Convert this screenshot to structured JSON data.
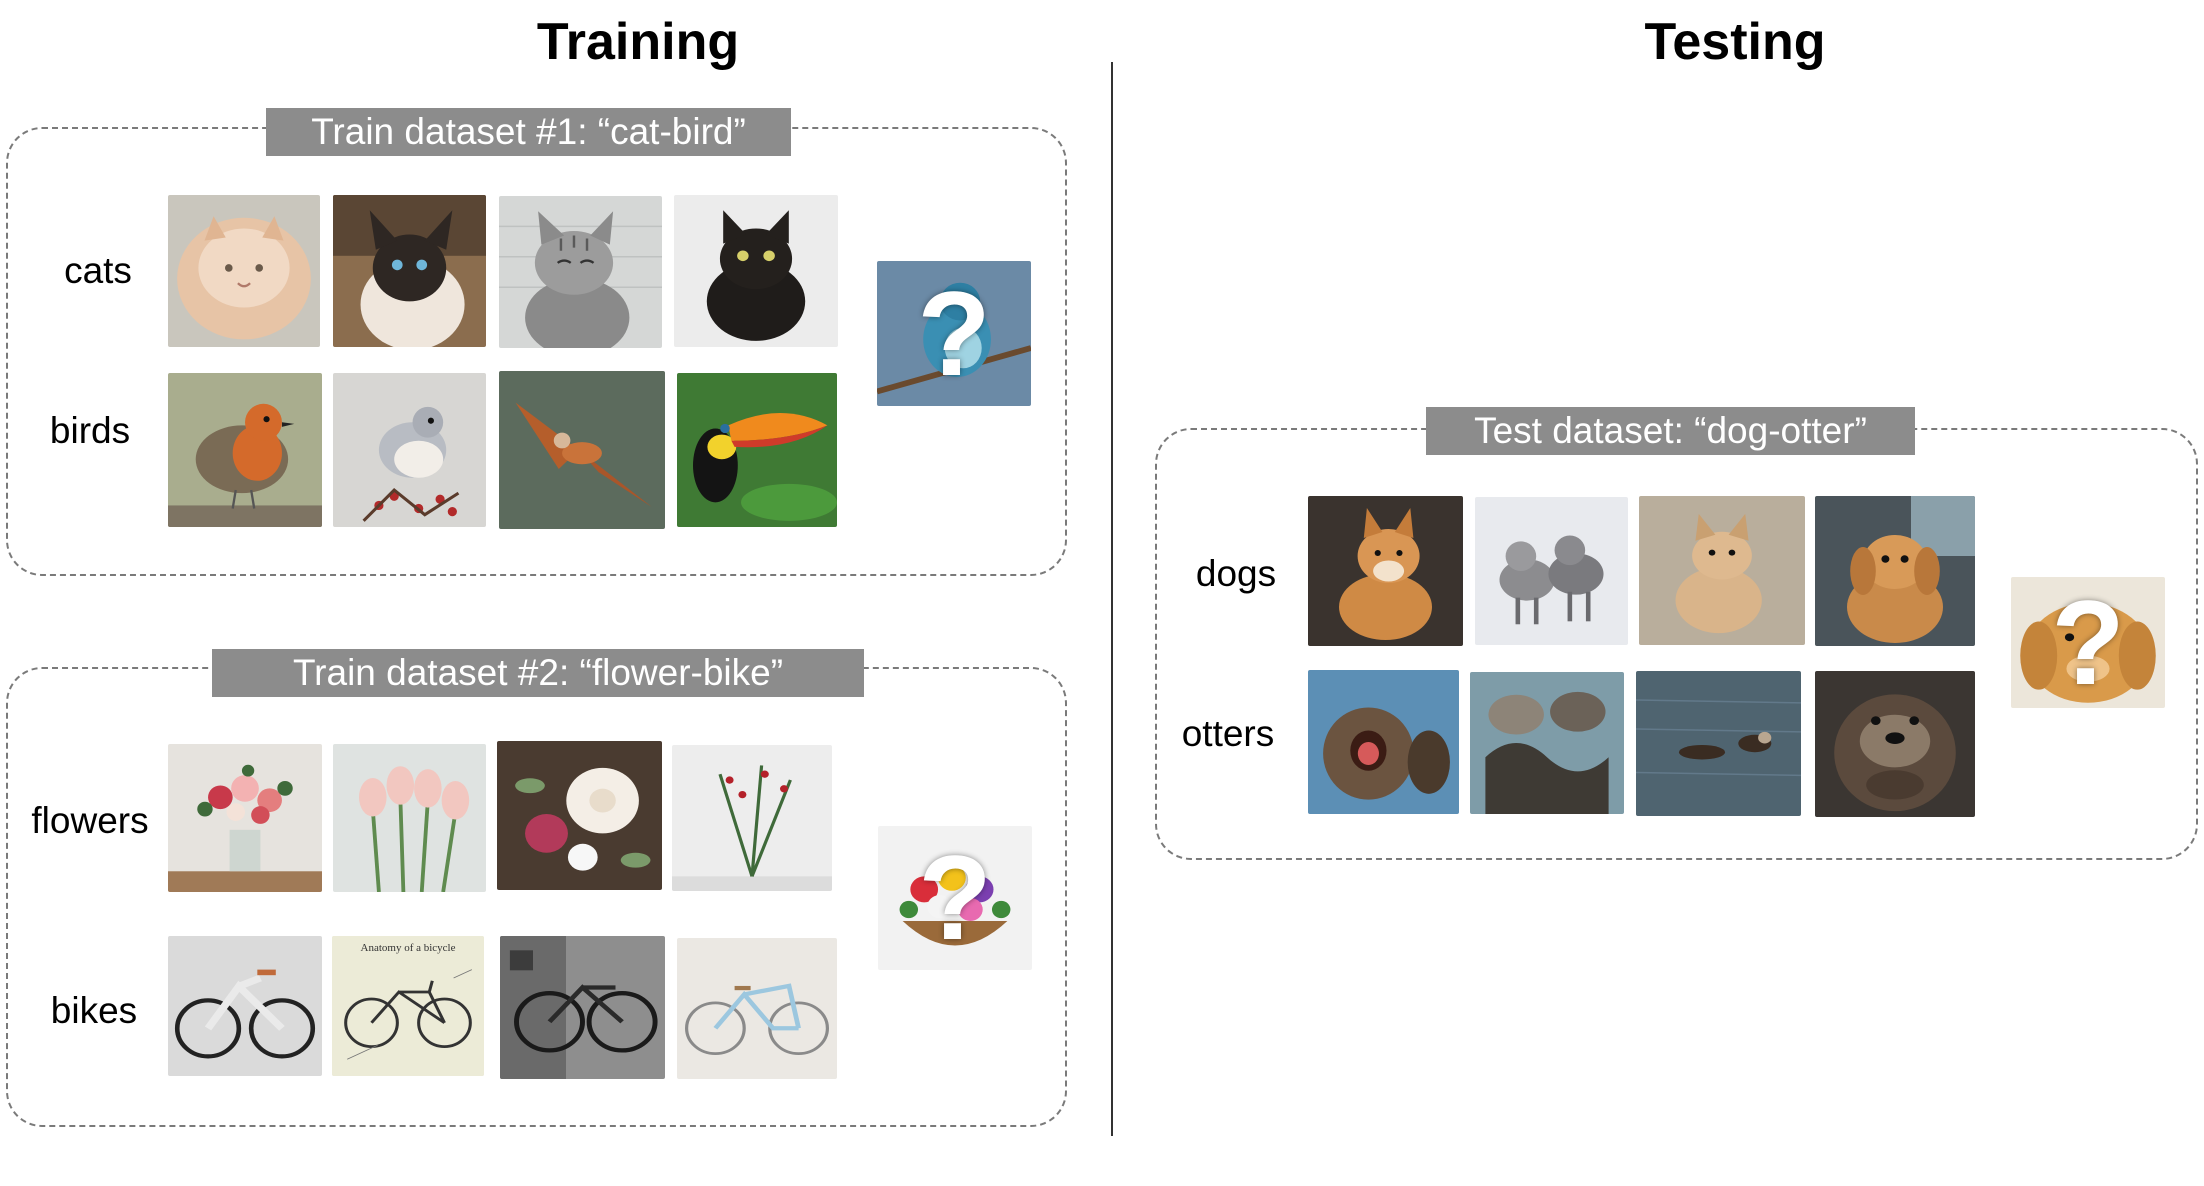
{
  "training": {
    "heading": "Training",
    "datasets": [
      {
        "title": "Train dataset #1: “cat-bird”",
        "rows": [
          {
            "label": "cats",
            "images": [
              "fluffy-orange-cat",
              "siamese-cat",
              "tabby-cat",
              "black-cat"
            ]
          },
          {
            "label": "birds",
            "images": [
              "robin",
              "titmouse",
              "kite-in-flight",
              "toucan"
            ]
          }
        ],
        "query": {
          "symbol": "?",
          "image": "blue-bird-on-branch"
        }
      },
      {
        "title": "Train dataset #2: “flower-bike”",
        "rows": [
          {
            "label": "flowers",
            "images": [
              "flower-vase-bouquet",
              "pink-tulips",
              "dahlia-arrangement",
              "pine-and-berries"
            ]
          },
          {
            "label": "bikes",
            "images": [
              "modern-hubless-bike",
              "anatomy-of-a-bicycle-print",
              "bike-on-wall",
              "light-blue-bicycle"
            ]
          }
        ],
        "query": {
          "symbol": "?",
          "image": "flower-basket"
        },
        "print_caption": "Anatomy of a bicycle"
      }
    ]
  },
  "testing": {
    "heading": "Testing",
    "dataset": {
      "title": "Test dataset: “dog-otter”",
      "rows": [
        {
          "label": "dogs",
          "images": [
            "shiba-inu",
            "husky-puppies",
            "shiba-puppy",
            "golden-puppy-in-car"
          ]
        },
        {
          "label": "otters",
          "images": [
            "otter-yawning",
            "otters-floating",
            "otter-in-water",
            "otter-face"
          ]
        }
      ],
      "query": {
        "symbol": "?",
        "image": "golden-retriever-puppy"
      }
    }
  },
  "colors": {
    "title_bar": "#8c8c8c",
    "dashed_border": "#7a7a7a"
  }
}
